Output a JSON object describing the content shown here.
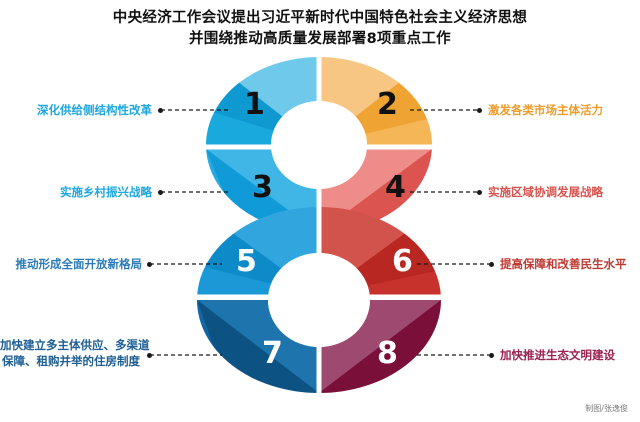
{
  "title": {
    "line1": "中央经济工作会议提出习近平新时代中国特色社会主义经济思想",
    "line2": "并围绕推动高质量发展部署8项重点工作"
  },
  "credit": "制图/张逸俊",
  "segments": [
    {
      "number": "1",
      "label": "深化供给侧结构性改革",
      "color": "#19A9DC",
      "label_color": "#1EA7DE",
      "side": "left",
      "number_color": "dark"
    },
    {
      "number": "2",
      "label": "激发各类市场主体活力",
      "color": "#F2A93B",
      "label_color": "#EE9B2A",
      "side": "right",
      "number_color": "dark"
    },
    {
      "number": "3",
      "label": "实施乡村振兴战略",
      "color": "#27AAE1",
      "label_color": "#1EA7DE",
      "side": "left",
      "number_color": "dark"
    },
    {
      "number": "4",
      "label": "实施区域协调发展战略",
      "color": "#E8716E",
      "label_color": "#D9534F",
      "side": "right",
      "number_color": "dark"
    },
    {
      "number": "5",
      "label": "推动形成全面开放新格局",
      "color": "#1A99D6",
      "label_color": "#2D7CB8",
      "side": "left",
      "number_color": "light"
    },
    {
      "number": "6",
      "label": "提高保障和改善民生水平",
      "color": "#C8322C",
      "label_color": "#C03A34",
      "side": "right",
      "number_color": "light"
    },
    {
      "number": "7",
      "label_line1": "加快建立多主体供应、多渠道",
      "label_line2": "保障、租购并举的住房制度",
      "color": "#1566A0",
      "label_color": "#1F5F94",
      "side": "left",
      "number_color": "light"
    },
    {
      "number": "8",
      "label": "加快推进生态文明建设",
      "color": "#8E1F49",
      "label_color": "#9B2150",
      "side": "right",
      "number_color": "light"
    }
  ],
  "palette": {
    "seg1_light": "#6FC9EA",
    "seg1_mid": "#19A9DC",
    "seg1_dark": "#0E9AD0",
    "seg2_light": "#F7C683",
    "seg2_mid": "#F4B657",
    "seg2_dark": "#EFA332",
    "seg3_light": "#3FB6E6",
    "seg3_mid": "#27AAE1",
    "seg3_dark": "#109BD8",
    "seg4_light": "#EE8C89",
    "seg4_mid": "#E8716E",
    "seg4_dark": "#DC5450",
    "seg5_light": "#31A6DE",
    "seg5_mid": "#1A99D6",
    "seg5_dark": "#0D8BC9",
    "seg6_light": "#D1534C",
    "seg6_mid": "#C8322C",
    "seg6_dark": "#B82722",
    "seg7_light": "#1E74AD",
    "seg7_mid": "#1566A0",
    "seg7_dark": "#0C5282",
    "seg8_light": "#9E4A70",
    "seg8_mid": "#8E1F49",
    "seg8_dark": "#7A1039",
    "white": "#FFFFFF",
    "dash": "#1A1A1A"
  }
}
